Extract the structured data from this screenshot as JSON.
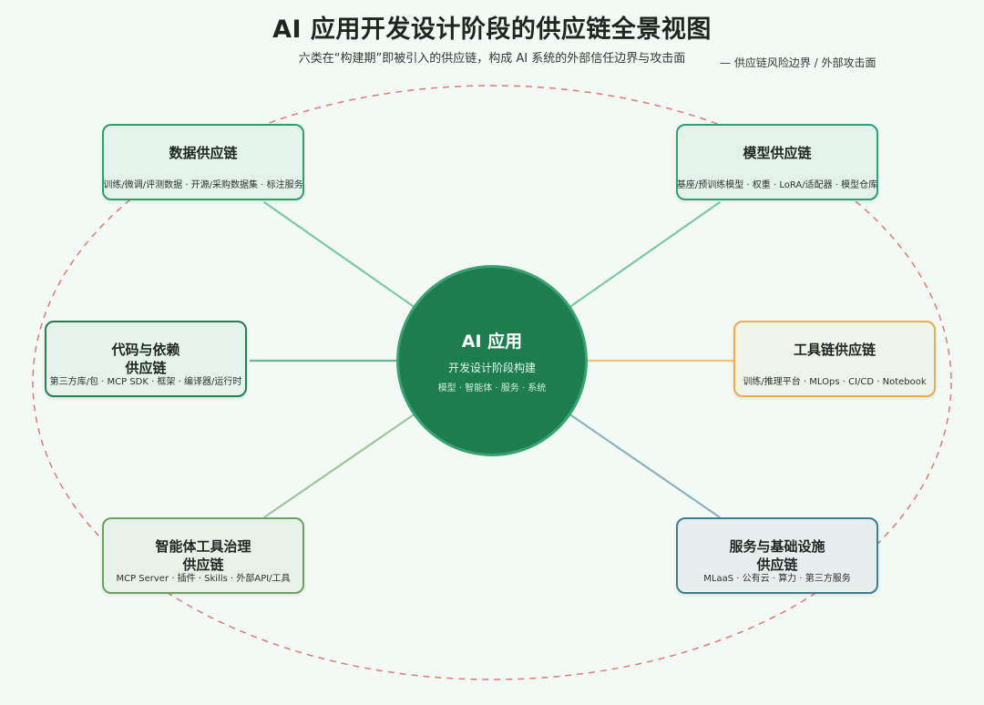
{
  "header": {
    "title": "AI 应用开发设计阶段的供应链全景视图",
    "subtitle": "六类在“构建期”即被引入的供应链，构成 AI 系统的外部信任边界与攻击面",
    "legend": "— 供应链风险边界 / 外部攻击面"
  },
  "center": {
    "title": "AI 应用",
    "line1": "开发设计阶段构建",
    "line2": "模型 · 智能体 · 服务 · 系统"
  },
  "nodes": {
    "data": {
      "title": "数据供应链",
      "desc": "训练/微调/评测数据 · 开源/采购数据集 · 标注服务"
    },
    "model": {
      "title": "模型供应链",
      "desc": "基座/预训练模型 · 权重 · LoRA/适配器 · 模型仓库"
    },
    "code": {
      "title": "代码与依赖\n供应链",
      "desc": "第三方库/包 · MCP SDK · 框架 · 编译器/运行时"
    },
    "tool": {
      "title": "工具链供应链",
      "desc": "训练/推理平台 · MLOps · CI/CD · Notebook"
    },
    "agent": {
      "title": "智能体工具治理\n供应链",
      "desc": "MCP Server · 插件 · Skills · 外部API/工具"
    },
    "service": {
      "title": "服务与基础设施\n供应链",
      "desc": "MLaaS · 公有云 · 算力 · 第三方服务"
    }
  },
  "colors": {
    "background": "#f3faf6",
    "center_fill": "#1d7d4d",
    "boundary": "#e07a72",
    "data": "#2f9e6c",
    "model": "#2fa07a",
    "code": "#267e55",
    "tool": "#eeab4a",
    "agent": "#6f9e62",
    "service": "#3e7e92"
  }
}
